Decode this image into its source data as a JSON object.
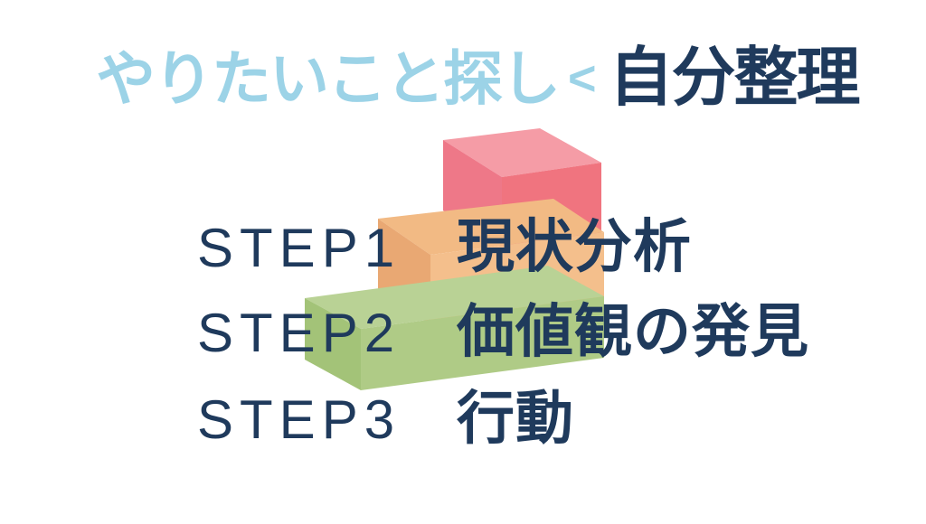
{
  "title": {
    "light_part": "やりたいこと探し",
    "comparator": "<",
    "dark_part": "自分整理"
  },
  "steps": [
    {
      "label": "STEP1",
      "text": "現状分析"
    },
    {
      "label": "STEP2",
      "text": "価値観の発見"
    },
    {
      "label": "STEP3",
      "text": "行動"
    }
  ],
  "staircase": {
    "blocks": [
      {
        "name": "top-red-block",
        "color_top": "#F59CA6",
        "color_left": "#EE7888",
        "color_front": "#F0747F"
      },
      {
        "name": "middle-orange-block",
        "color_top": "#F2BA84",
        "color_left": "#E9A873",
        "color_front": "#F4BF8C"
      },
      {
        "name": "bottom-green-block",
        "color_top": "#B9D295",
        "color_left": "#A3C378",
        "color_front": "#AFCB86"
      }
    ]
  },
  "colors": {
    "navy": "#1F3A5C",
    "light_blue": "#9CD3E7",
    "background": "#FFFFFF"
  }
}
